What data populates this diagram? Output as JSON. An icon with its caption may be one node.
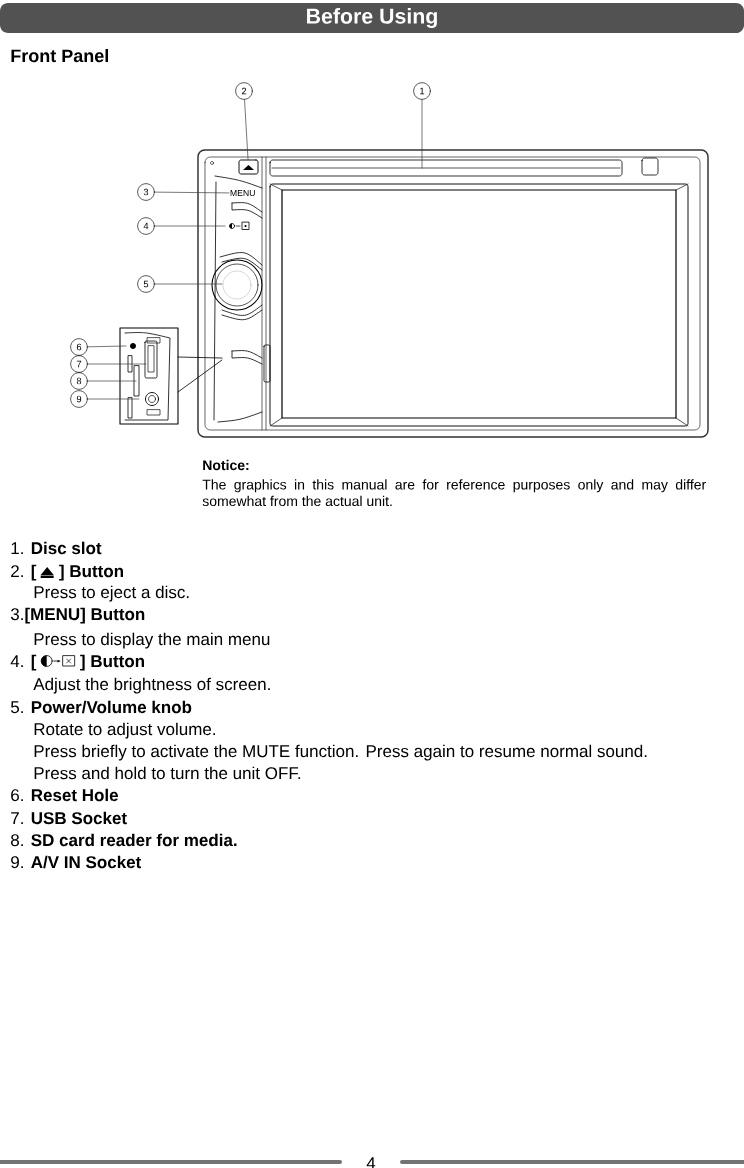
{
  "diagram": {
    "title": "Before Using",
    "nodes": [
      {
        "text": [
          "1"
        ]
      },
      {
        "text": [
          "2"
        ]
      },
      {
        "text": [
          "3"
        ]
      },
      {
        "text": [
          "4"
        ]
      },
      {
        "text": [
          "5"
        ]
      },
      {
        "text": [
          "6"
        ]
      },
      {
        "text": [
          "7"
        ]
      },
      {
        "text": [
          "8"
        ]
      },
      {
        "text": [
          "9"
        ]
      },
      {
        "text": [
          "MENU"
        ]
      },
      {
        "text": [],
        "shape": "box"
      }
    ],
    "edges": [
      {
        "from": 0,
        "to": null,
        "arrow": "none"
      },
      {
        "from": 1,
        "to": 10,
        "arrow": "none"
      },
      {
        "from": 2,
        "to": 9,
        "arrow": "none"
      },
      {
        "from": 3,
        "to": null,
        "arrow": "none"
      },
      {
        "from": 4,
        "to": null,
        "arrow": "none"
      },
      {
        "from": 5,
        "to": null,
        "arrow": "none"
      },
      {
        "from": 6,
        "to": null,
        "arrow": "none"
      },
      {
        "from": 7,
        "to": null,
        "arrow": "none"
      },
      {
        "from": 8,
        "to": null,
        "arrow": "none"
      }
    ],
    "labels": [
      "Front Panel",
      "Notice:",
      "The graphics in this manual are for reference purposes only and may differ somewhat from the actual unit.",
      "1. **Disc slot**",
      "2. **[**",
      "] Button",
      "Press to eject a disc.",
      "3.**[MENU] Button**",
      "Press to display the main menu",
      "4. **[**",
      "] Button",
      "Adjust the brightness of screen.",
      "5. **Power/Volume knob**",
      "Rotate to adjust volume.",
      "Press briefly to activate the MUTE function. Press again to resume normal sound.",
      "Press and hold to turn the unit OFF.",
      "6. **Reset Hole**",
      "7. **USB Socket**",
      "8. **SD card reader for media.**",
      "9. **A/V IN Socket**",
      "4"
    ]
  }
}
